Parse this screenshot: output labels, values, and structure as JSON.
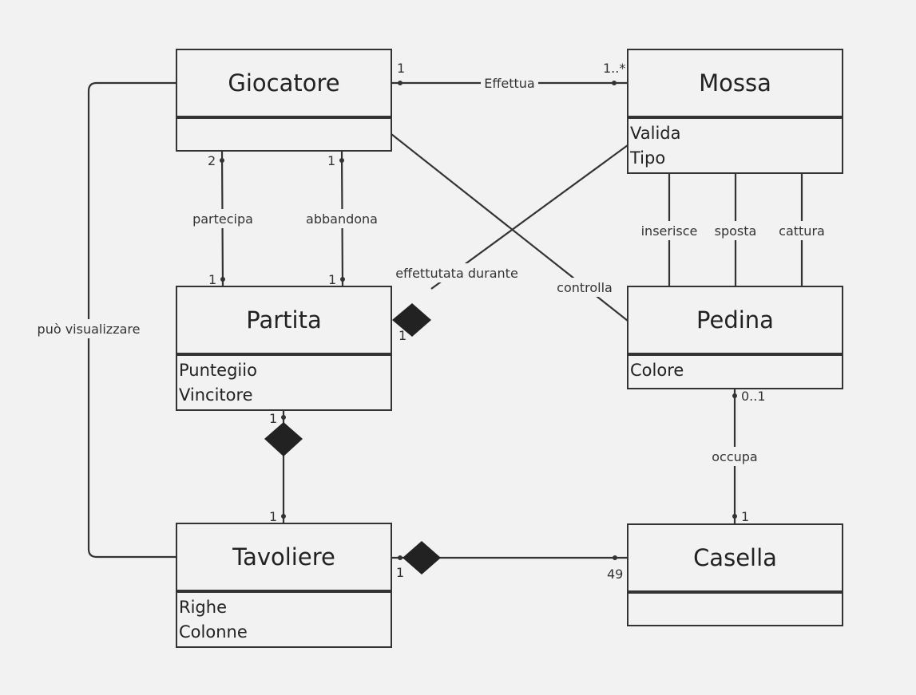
{
  "classes": {
    "giocatore": {
      "name": "Giocatore",
      "attributes": []
    },
    "mossa": {
      "name": "Mossa",
      "attributes": [
        "Valida",
        "Tipo"
      ]
    },
    "partita": {
      "name": "Partita",
      "attributes": [
        "Puntegiio",
        "Vincitore"
      ]
    },
    "pedina": {
      "name": "Pedina",
      "attributes": [
        "Colore"
      ]
    },
    "tavoliere": {
      "name": "Tavoliere",
      "attributes": [
        "Righe",
        "Colonne"
      ]
    },
    "casella": {
      "name": "Casella",
      "attributes": []
    }
  },
  "associations": {
    "effettua": {
      "label": "Effettua",
      "mult_from": "1",
      "mult_to": "1..*"
    },
    "partecipa": {
      "label": "partecipa",
      "mult_from": "2",
      "mult_to": "1"
    },
    "abbandona": {
      "label": "abbandona",
      "mult_from": "1",
      "mult_to": "1"
    },
    "effettutata_durante": {
      "label": "effettutata durante",
      "mult_partita": "1"
    },
    "controlla": {
      "label": "controlla"
    },
    "inserisce": {
      "label": "inserisce"
    },
    "sposta": {
      "label": "sposta"
    },
    "cattura": {
      "label": "cattura"
    },
    "puo_visualizzare": {
      "label": "può visualizzare"
    },
    "partita_tavoliere": {
      "mult_partita": "1",
      "mult_tavoliere": "1"
    },
    "occupa": {
      "label": "occupa",
      "mult_pedina": "0..1",
      "mult_casella": "1"
    },
    "tavoliere_casella": {
      "mult_tavoliere": "1",
      "mult_casella": "49"
    }
  }
}
